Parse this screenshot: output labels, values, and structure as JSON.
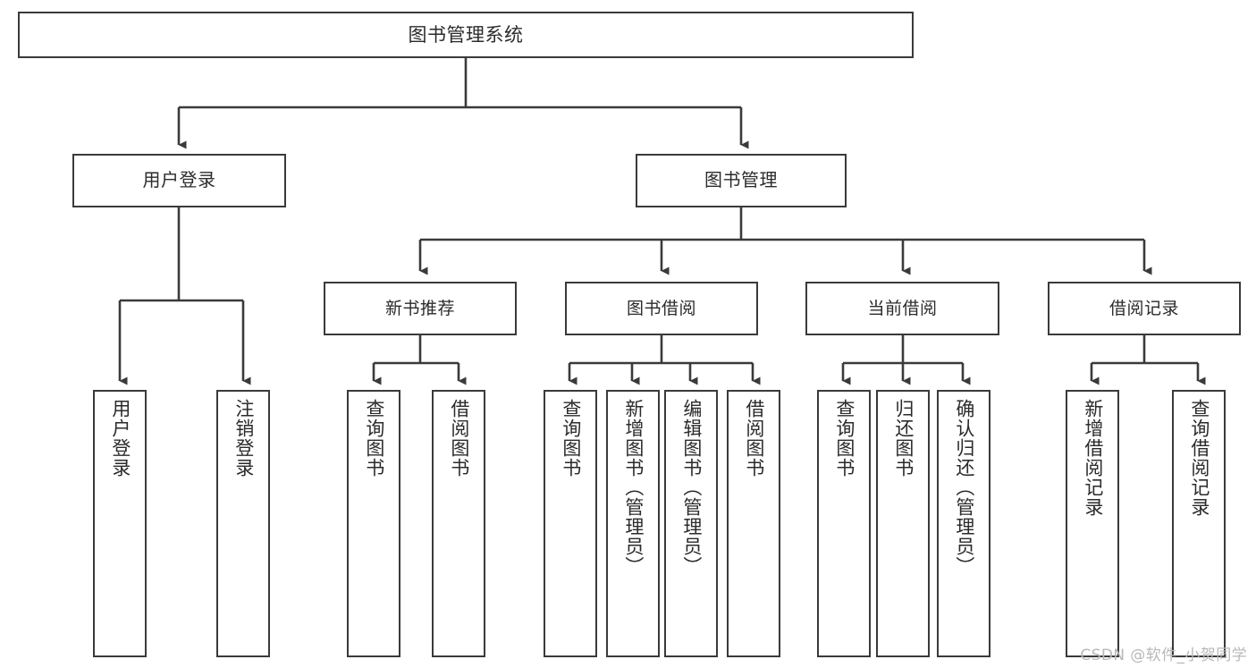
{
  "diagram": {
    "title": "图书管理系统",
    "type": "tree-hierarchy-chart",
    "colors": {
      "background": "#ffffff",
      "node_border": "#3a3a3a",
      "node_fill": "#ffffff",
      "text": "#2b2b2b",
      "edge": "#3a3a3a",
      "watermark": "#b8b8b8"
    },
    "watermark": "CSDN @软件_小贺同学"
  },
  "root": {
    "label": "图书管理系统"
  },
  "level1": [
    {
      "label": "用户登录"
    },
    {
      "label": "图书管理"
    }
  ],
  "level2": [
    {
      "label": "新书推荐"
    },
    {
      "label": "图书借阅"
    },
    {
      "label": "当前借阅"
    },
    {
      "label": "借阅记录"
    }
  ],
  "leaves": {
    "user_login": [
      {
        "label": "用户登录"
      },
      {
        "label": "注销登录"
      }
    ],
    "new_book_recommend": [
      {
        "label": "查询图书"
      },
      {
        "label": "借阅图书"
      }
    ],
    "book_borrow": [
      {
        "label": "查询图书"
      },
      {
        "label": "新增图书（管理员）"
      },
      {
        "label": "编辑图书（管理员）"
      },
      {
        "label": "借阅图书"
      }
    ],
    "current_borrow": [
      {
        "label": "查询图书"
      },
      {
        "label": "归还图书"
      },
      {
        "label": "确认归还（管理员）"
      }
    ],
    "borrow_record": [
      {
        "label": "新增借阅记录"
      },
      {
        "label": "查询借阅记录"
      }
    ]
  }
}
